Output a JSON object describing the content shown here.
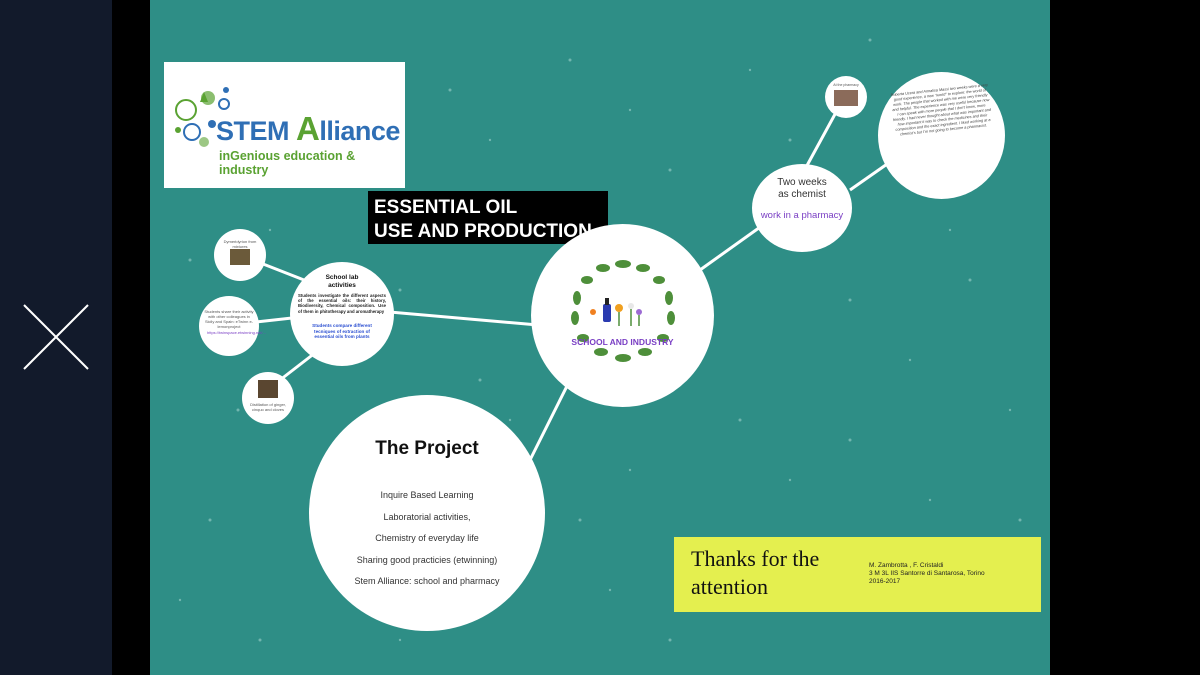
{
  "title": {
    "line1": "ESSENTIAL OIL",
    "line2": "USE AND PRODUCTION"
  },
  "logo": {
    "brand_a": "STEM",
    "brand_b": "A",
    "brand_c": "lliance",
    "tagline": "inGenious education & industry"
  },
  "center": {
    "label": "SCHOOL AND INDUSTRY"
  },
  "project": {
    "heading": "The Project",
    "items": [
      "Inquire Based Learning",
      "Laboratorial activities,",
      "Chemistry of everyday life",
      "Sharing good practicies (etwinning)",
      "Stem Alliance: school and pharmacy"
    ]
  },
  "lab": {
    "heading": "School lab activities",
    "body": "Students investigate the different aspects of the essential oils: their history, Biodiversity, Chemical composition. Use of them in phitotherapy and aromatherapy",
    "highlight": "Students compare different tecniques of extraction of essential oils from plants"
  },
  "small_nodes": {
    "top_caption": "Dymeridyrion from mixtures",
    "mid_caption": "Students share their activity with other colleagues in Sicily and Spain: eTwinn e-lemonproject",
    "mid_link": "https://twinspace.etwinning.net/...",
    "bottom_caption": "Distillation of ginger, cinquo and cloves"
  },
  "pharmacy": {
    "heading_line1": "Two weeks",
    "heading_line2": "as chemist",
    "sub": "work in a pharmacy"
  },
  "testimony": {
    "photo_caption": "At the pharmacy",
    "text": "Roberta Ucera and Annalisa Massi two weeks were a very good experience, a new \"world\" to explore: the world of work. The people that worked with me were very friendly and helpful. The experience was very useful because now I can speak with more people that I don't know, more friendly. I had never thought about what was important and how important it was to check the medicines and their composition and the exact ingredient. I liked working at a chemist's but I'm not going to become a pharmacist."
  },
  "thanks": {
    "title": "Thanks for the attention",
    "credit_line1": "M. Zambrotta , F. Cristaldi",
    "credit_line2": "3 M  3L IIS Santorre di Santarosa, Torino",
    "credit_line3": "2016-2017"
  },
  "colors": {
    "canvas": "#2e8e86",
    "sidebar": "#121a2b",
    "thanks_bg": "#e4ef4f",
    "accent_purple": "#7a3fc4",
    "accent_blue": "#2b4fd1",
    "logo_green": "#5aa232",
    "logo_blue": "#2f6fb5"
  }
}
